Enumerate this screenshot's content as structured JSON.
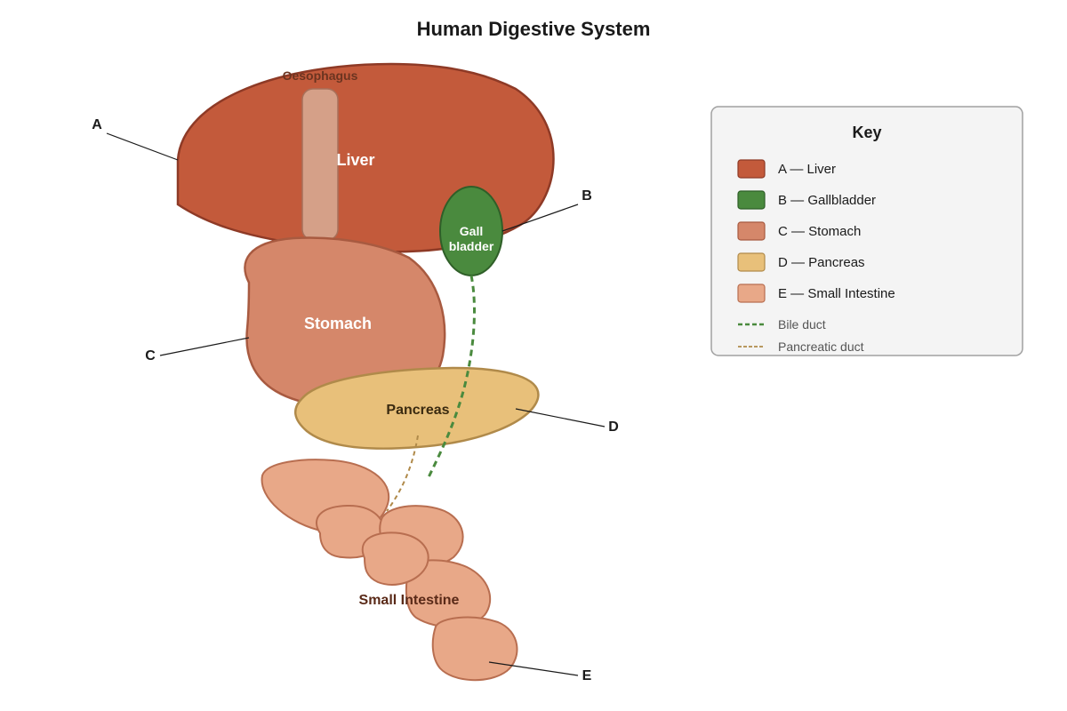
{
  "title": "Human Digestive System",
  "organs": {
    "oesophagus": "Oesophagus",
    "liver": "Liver",
    "gallbladder_line1": "Gall",
    "gallbladder_line2": "bladder",
    "stomach": "Stomach",
    "pancreas": "Pancreas",
    "small_intestine": "Small Intestine"
  },
  "callouts": {
    "a": "A",
    "b": "B",
    "c": "C",
    "d": "D",
    "e": "E"
  },
  "key": {
    "title": "Key",
    "items": [
      {
        "label": "A — Liver",
        "color": "#c35a3b"
      },
      {
        "label": "B — Gallbladder",
        "color": "#4a8a3e"
      },
      {
        "label": "C — Stomach",
        "color": "#d5876a"
      },
      {
        "label": "D — Pancreas",
        "color": "#e8c07a"
      },
      {
        "label": "E — Small Intestine",
        "color": "#e8a888"
      }
    ],
    "lines": [
      {
        "label": "Bile duct",
        "color": "#4a8a3e"
      },
      {
        "label": "Pancreatic duct",
        "color": "#b08a4a"
      }
    ]
  },
  "colors": {
    "liver": "#c35a3b",
    "liver_stroke": "#8e3a26",
    "oesophagus": "#d5a088",
    "oesophagus_stroke": "#a8705a",
    "gallbladder": "#4a8a3e",
    "gallbladder_stroke": "#2f5f28",
    "stomach": "#d5876a",
    "stomach_stroke": "#a85a40",
    "pancreas": "#e8c07a",
    "pancreas_stroke": "#b08a4a",
    "intestine": "#e8a888",
    "intestine_stroke": "#b86e50",
    "bile_duct": "#4a8a3e",
    "pancreatic_duct": "#b08a4a"
  }
}
